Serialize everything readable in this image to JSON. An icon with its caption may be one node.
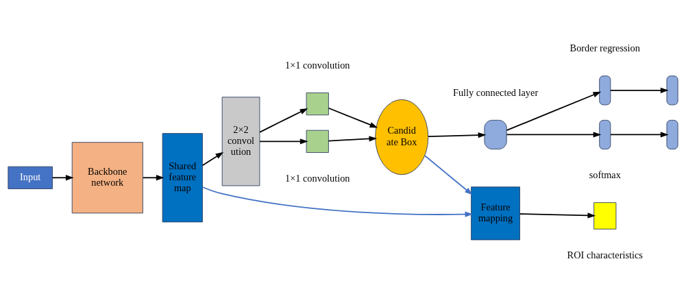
{
  "diagram": {
    "nodes": [
      {
        "text": [
          "Input"
        ]
      },
      {
        "text": [
          "Backbone network"
        ]
      },
      {
        "text": [
          "Shared feature map"
        ]
      },
      {
        "text": [
          "2×2 convol ution"
        ]
      },
      {
        "text": [],
        "shape": "box",
        "beside": [
          "1×1 convolution"
        ]
      },
      {
        "text": [],
        "shape": "box",
        "beside": [
          "1×1 convolution"
        ]
      },
      {
        "text": [
          "Candid ate Box"
        ]
      },
      {
        "text": [],
        "shape": "box",
        "beside": [
          "Fully connected layer"
        ]
      },
      {
        "text": [],
        "shape": "box"
      },
      {
        "text": [],
        "shape": "box"
      },
      {
        "text": [],
        "shape": "box"
      },
      {
        "text": [],
        "shape": "box"
      },
      {
        "text": [
          "Feature mapping"
        ]
      },
      {
        "text": [],
        "shape": "box",
        "beside": [
          "ROI characteristics"
        ]
      }
    ],
    "edges": [
      {
        "from": 0,
        "to": 1,
        "arrow": "to"
      },
      {
        "from": 1,
        "to": 2,
        "arrow": "to"
      },
      {
        "from": 2,
        "to": 3,
        "arrow": "to"
      },
      {
        "from": 3,
        "to": 4,
        "arrow": "to"
      },
      {
        "from": 3,
        "to": 5,
        "arrow": "to"
      },
      {
        "from": 4,
        "to": 6,
        "arrow": "to"
      },
      {
        "from": 5,
        "to": 6,
        "arrow": "to"
      },
      {
        "from": 6,
        "to": 7,
        "arrow": "to"
      },
      {
        "from": 7,
        "to": 8,
        "arrow": "to"
      },
      {
        "from": 7,
        "to": 10,
        "arrow": "to"
      },
      {
        "from": 8,
        "to": 9,
        "arrow": "to"
      },
      {
        "from": 10,
        "to": 11,
        "arrow": "to"
      },
      {
        "from": 2,
        "to": 12,
        "arrow": "to",
        "color": "#4472c4"
      },
      {
        "from": 6,
        "to": 12,
        "arrow": "to",
        "color": "#4472c4"
      },
      {
        "from": 12,
        "to": 13,
        "arrow": "to"
      }
    ],
    "labels": [
      "Border regression",
      "softmax"
    ]
  }
}
